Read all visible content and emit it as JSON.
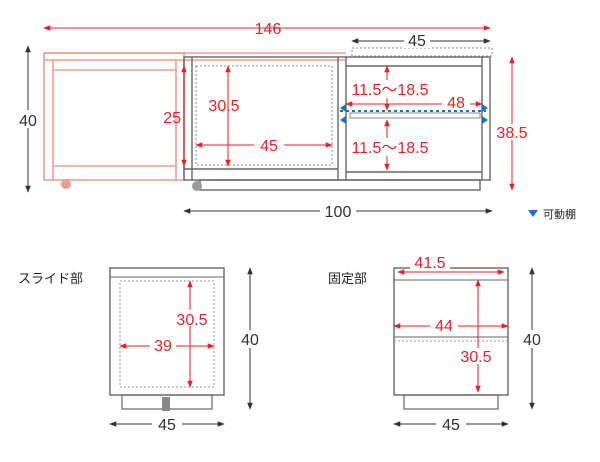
{
  "labels": {
    "movable_shelf": "可動棚",
    "slide_part": "スライド部",
    "fixed_part": "固定部"
  },
  "dimensions": {
    "overall_width": "146",
    "fixed_unit_width_top": "45",
    "left_height": "40",
    "slide_inner_height": "25",
    "center_inner_height": "30.5",
    "center_inner_width": "45",
    "shelf_upper": "11.5〜18.5",
    "shelf_lower": "11.5〜18.5",
    "shelf_width": "48",
    "right_height": "38.5",
    "bottom_width": "100",
    "slide_height": "30.5",
    "slide_inner_width": "39",
    "slide_outer_height": "40",
    "slide_outer_width": "45",
    "fixed_top_width": "41.5",
    "fixed_inner_width": "44",
    "fixed_inner_height": "30.5",
    "fixed_outer_height": "40",
    "fixed_outer_width": "45"
  },
  "colors": {
    "dimension_red": "#e6232a",
    "movable_marker_blue": "#1e6fc8",
    "line_gray": "#555555",
    "wood_salmon": "#e8a090"
  }
}
